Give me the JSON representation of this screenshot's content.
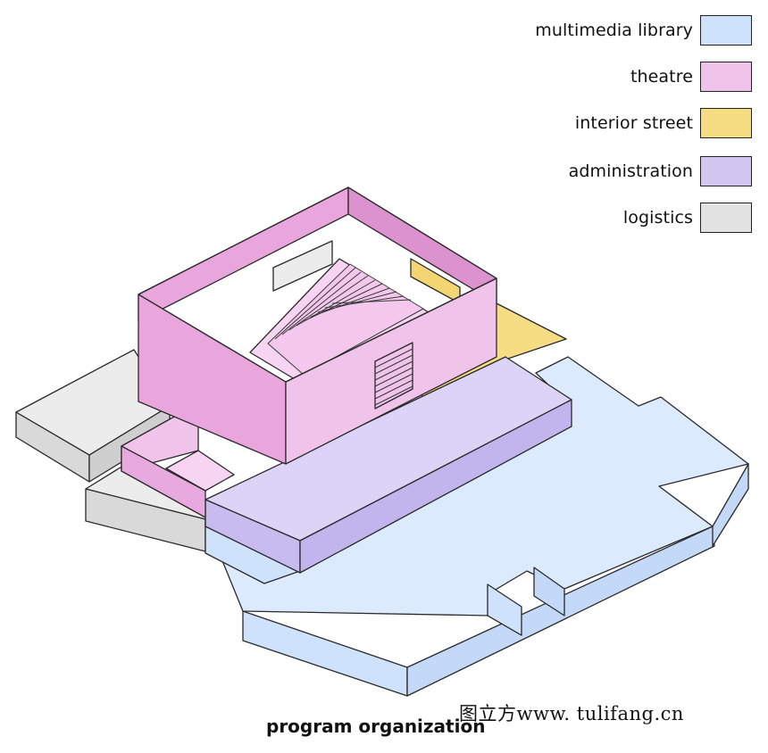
{
  "legend": [
    {
      "label": "multimedia library",
      "color": "#cfe2fb"
    },
    {
      "label": "theatre",
      "color": "#f0c3ea"
    },
    {
      "label": "interior street",
      "color": "#f6dc82"
    },
    {
      "label": "administration",
      "color": "#d3c7f2"
    },
    {
      "label": "logistics",
      "color": "#e2e2e2"
    }
  ],
  "caption": "program organization",
  "watermark": "图立方www. tulifang.cn"
}
